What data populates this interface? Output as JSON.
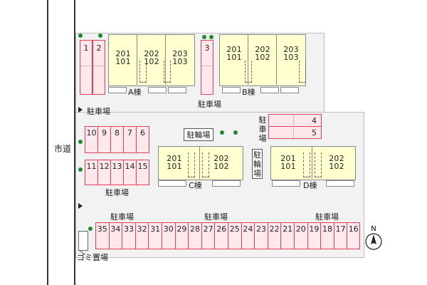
{
  "road": {
    "label": "市道"
  },
  "garbage": {
    "label": "ゴミ置場"
  },
  "compass": {
    "label": "N"
  },
  "parking_labels": {
    "left_mid": "駐車場",
    "left_lower": "駐車場",
    "top_middle": "駐車場",
    "bottom_left": "駐車場",
    "bottom_center": "駐車場",
    "bottom_right": "駐車場",
    "right_vertical": [
      "駐",
      "車",
      "場"
    ]
  },
  "bike_parking": {
    "horizontal": "駐輪場",
    "vertical": [
      "駐",
      "輪",
      "場"
    ]
  },
  "buildings": {
    "A": {
      "label": "A棟",
      "units": [
        {
          "upper": "201",
          "lower": "101"
        },
        {
          "upper": "202",
          "lower": "102"
        },
        {
          "upper": "203",
          "lower": "103"
        }
      ]
    },
    "B": {
      "label": "B棟",
      "units": [
        {
          "upper": "201",
          "lower": "101"
        },
        {
          "upper": "202",
          "lower": "102"
        },
        {
          "upper": "203",
          "lower": "103"
        }
      ]
    },
    "C": {
      "label": "C棟",
      "units": [
        {
          "upper": "201",
          "lower": "101"
        },
        {
          "upper": "202",
          "lower": "102"
        }
      ]
    },
    "D": {
      "label": "D棟",
      "units": [
        {
          "upper": "201",
          "lower": "101"
        },
        {
          "upper": "202",
          "lower": "102"
        }
      ]
    }
  },
  "spaces": {
    "top_left": [
      "1",
      "2"
    ],
    "top_single": "3",
    "right_pair": [
      "4",
      "5"
    ],
    "row_upper": [
      "10",
      "9",
      "8",
      "7",
      "6"
    ],
    "row_lower": [
      "11",
      "12",
      "13",
      "14",
      "15"
    ],
    "bottom_row": [
      "35",
      "34",
      "33",
      "32",
      "31",
      "30",
      "29",
      "28",
      "27",
      "26",
      "25",
      "24",
      "23",
      "22",
      "21",
      "20",
      "19",
      "18",
      "17",
      "16"
    ]
  },
  "colors": {
    "parking_fill": "#ffe8ec",
    "parking_border": "#e0405a",
    "building_fill": "#ffffcf",
    "lot_fill": "#f2f2f2",
    "tree": "#1e8a2c"
  }
}
